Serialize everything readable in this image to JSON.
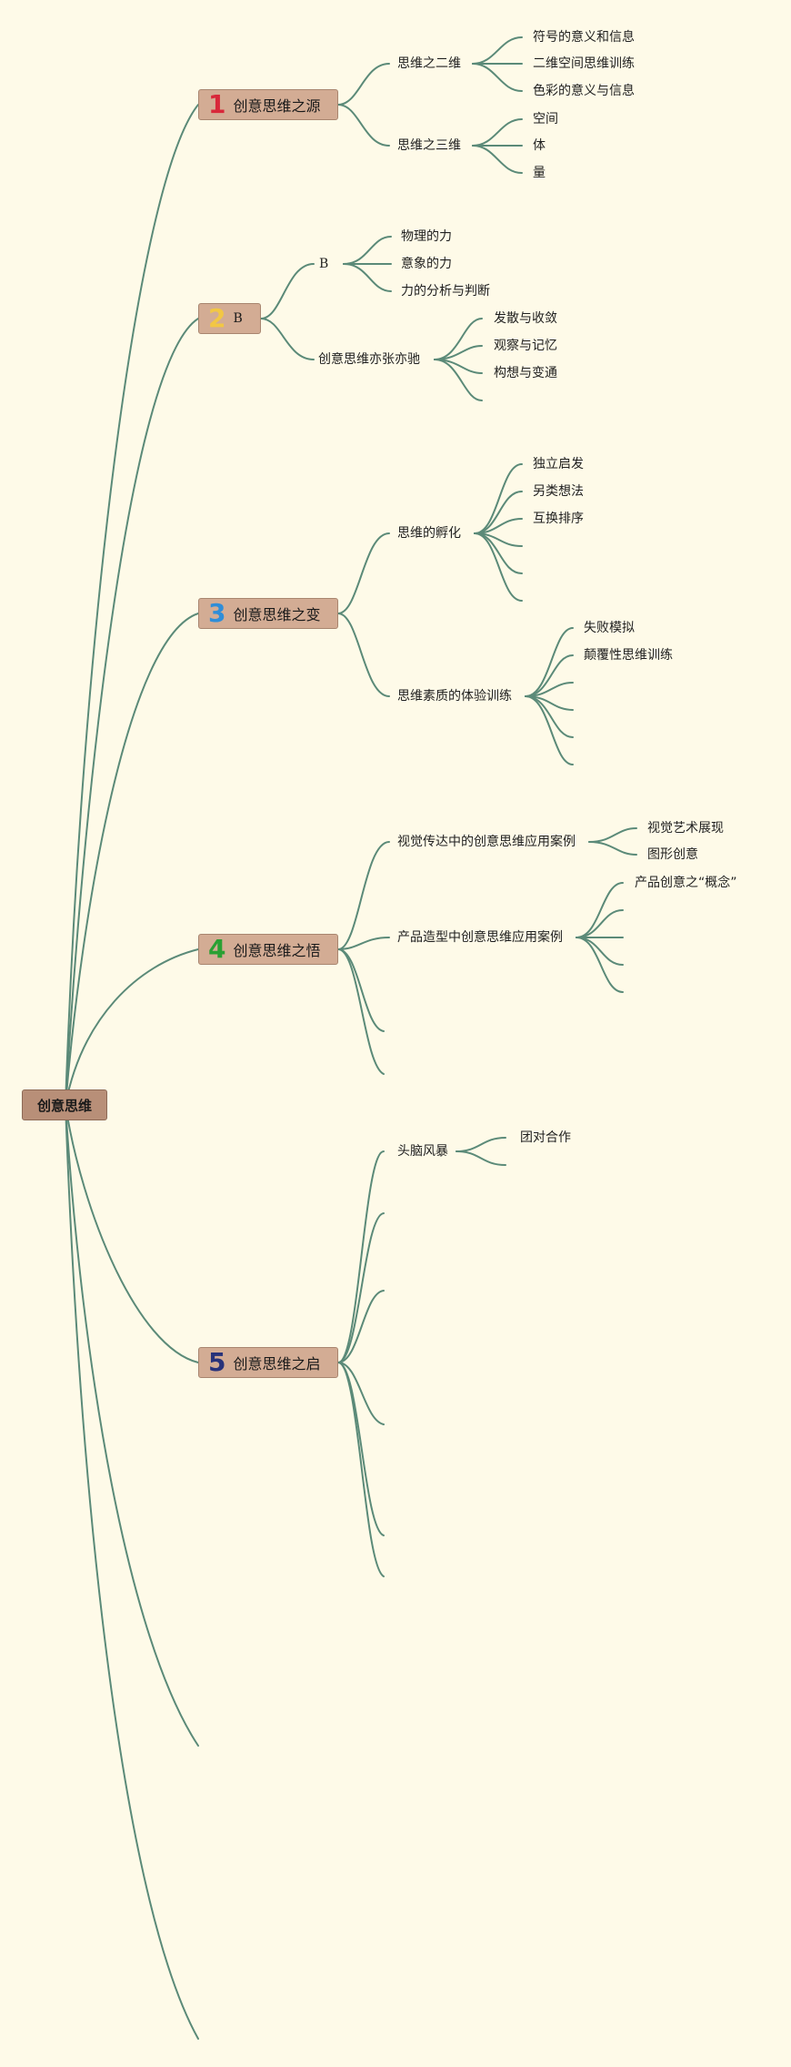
{
  "root": {
    "label": "创意思维"
  },
  "branches": [
    {
      "num": "1",
      "num_color": "#d8283a",
      "label": "创意思维之源"
    },
    {
      "num": "2",
      "num_color": "#f2c744",
      "label": "B"
    },
    {
      "num": "3",
      "num_color": "#2f8ed8",
      "label": "创意思维之变"
    },
    {
      "num": "4",
      "num_color": "#2aa033",
      "label": "创意思维之悟"
    },
    {
      "num": "5",
      "num_color": "#28327a",
      "label": "创意思维之启"
    }
  ],
  "topics": {
    "b1": [
      {
        "label": "思维之二维",
        "items": [
          "符号的意义和信息",
          "二维空间思维训练",
          "色彩的意义与信息"
        ]
      },
      {
        "label": "思维之三维",
        "items": [
          "空间",
          "体",
          "量"
        ]
      }
    ],
    "b2": [
      {
        "label": "B",
        "items": [
          "物理的力",
          "意象的力",
          "力的分析与判断"
        ]
      },
      {
        "label": "创意思维亦张亦驰",
        "items": [
          "发散与收敛",
          "观察与记忆",
          "构想与变通"
        ]
      }
    ],
    "b3": [
      {
        "label": "思维的孵化",
        "items": [
          "独立启发",
          "另类想法",
          "互换排序"
        ]
      },
      {
        "label": "思维素质的体验训练",
        "items": [
          "失败模拟",
          "颠覆性思维训练"
        ]
      }
    ],
    "b4": [
      {
        "label": "视觉传达中的创意思维应用案例",
        "items": [
          "视觉艺术展现",
          "图形创意"
        ]
      },
      {
        "label": "产品造型中创意思维应用案例",
        "items": [
          "产品创意之“概念”"
        ]
      }
    ],
    "b5": [
      {
        "label": "头脑风暴",
        "items": [
          "团对合作"
        ]
      }
    ]
  },
  "colors": {
    "background": "#fefae8",
    "line": "#5b8a78",
    "root": "#b88f78",
    "branch": "#d3ac94"
  }
}
